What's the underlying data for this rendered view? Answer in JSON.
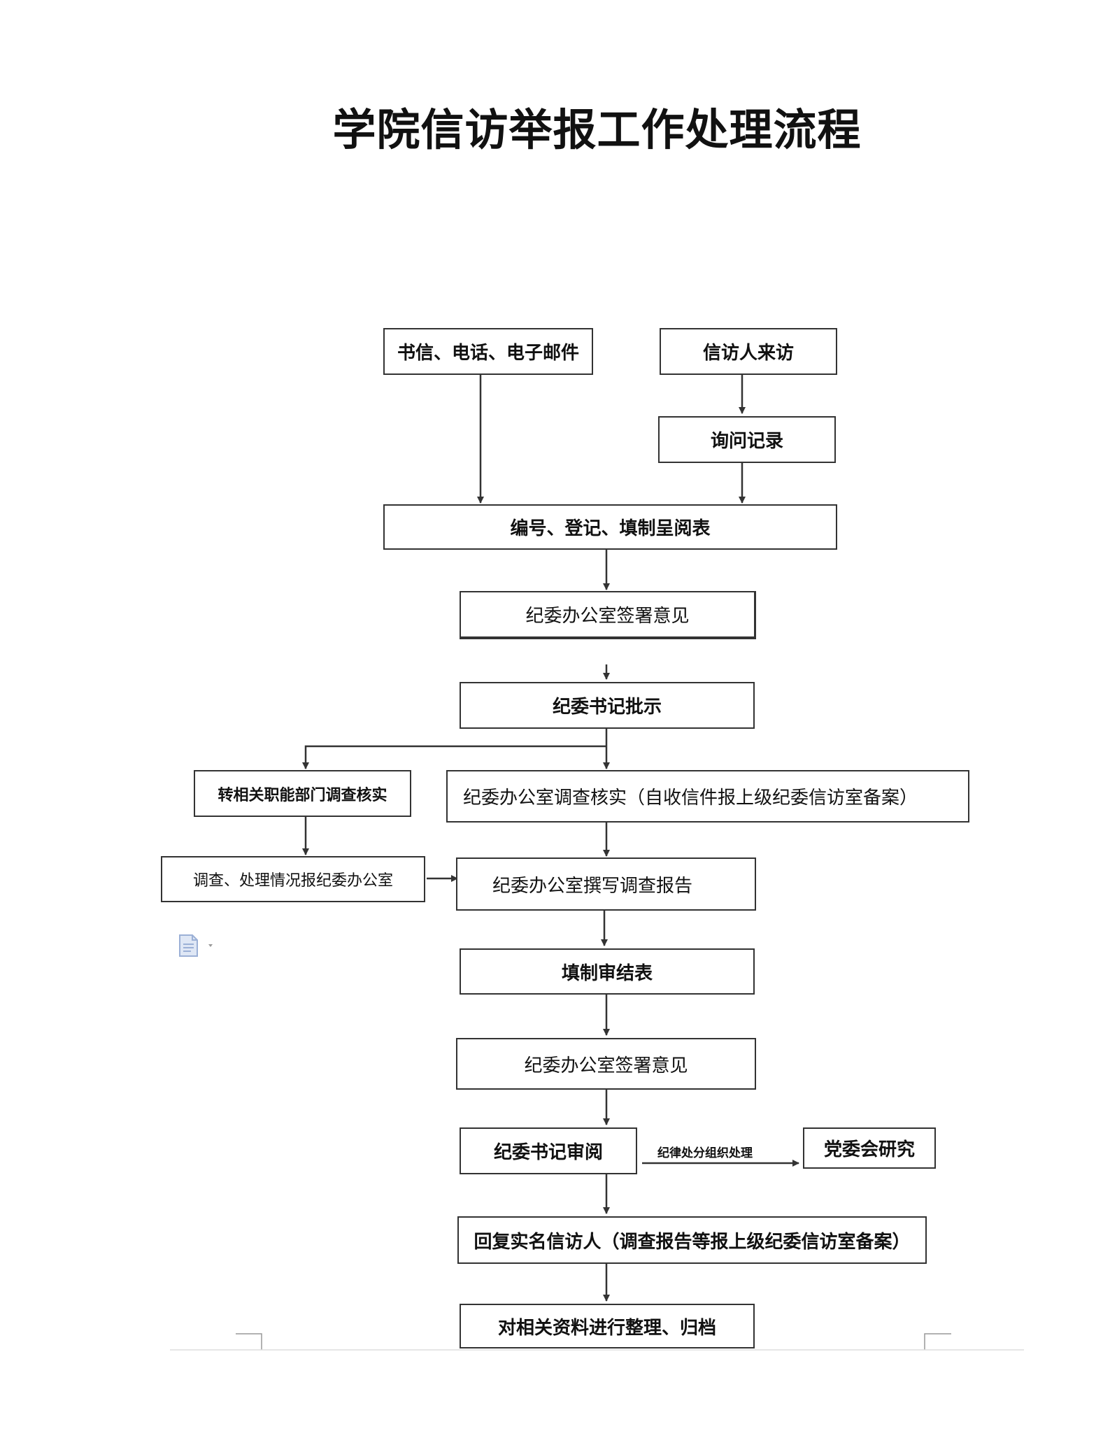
{
  "title": "学院信访举报工作处理流程",
  "nodes": {
    "letters_phone_email": "书信、电话、电子邮件",
    "visitor": "信访人来访",
    "inquiry_record": "询问记录",
    "register": "编号、登记、填制呈阅表",
    "office_opinion_1": "纪委办公室签署意见",
    "secretary_instruction": "纪委书记批示",
    "transfer_departments": "转相关职能部门调查核实",
    "office_investigate": "纪委办公室调查核实（自收信件报上级纪委信访室备案）",
    "report_to_office": "调查、处理情况报纪委办公室",
    "write_report": "纪委办公室撰写调查报告",
    "fill_form": "填制审结表",
    "office_opinion_2": "纪委办公室签署意见",
    "secretary_review": "纪委书记审阅",
    "party_committee": "党委会研究",
    "reply_informant": "回复实名信访人（调查报告等报上级纪委信访室备案）",
    "archive": "对相关资料进行整理、归档"
  },
  "edge_labels": {
    "discipline": "纪律处分组织处理"
  },
  "colors": {
    "box_border": "#333333",
    "arrow": "#333333",
    "icon": "#9bb0d6"
  },
  "icons": {
    "document": "document-icon"
  }
}
